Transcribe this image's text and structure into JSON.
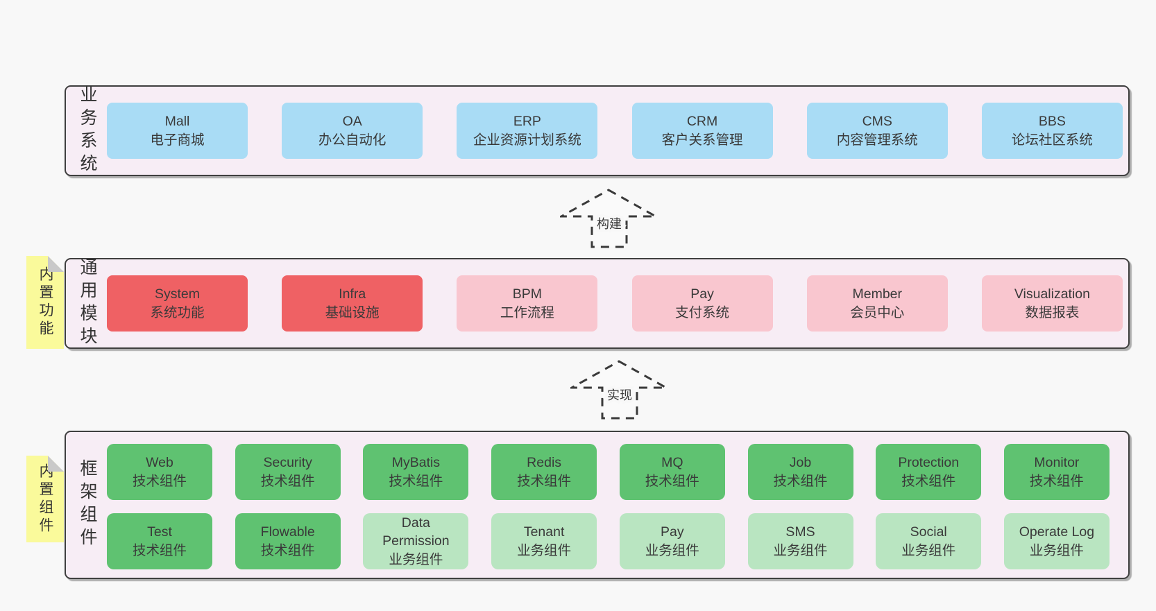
{
  "background": "#f8f8f8",
  "palette": {
    "container_fill": "#f7edf5",
    "container_border": "#3f3f3f",
    "business_box": "#a9dcf5",
    "core_module_box": "#ef6164",
    "optional_module_box": "#f9c6cf",
    "tech_component_box": "#5fc271",
    "biz_component_box": "#b9e5c1",
    "sticky_note": "#fafa9b",
    "text": "#3a3a3a"
  },
  "layers": {
    "business": {
      "label": "业务系统",
      "items": [
        {
          "en": "Mall",
          "zh": "电子商城"
        },
        {
          "en": "OA",
          "zh": "办公自动化"
        },
        {
          "en": "ERP",
          "zh": "企业资源计划系统"
        },
        {
          "en": "CRM",
          "zh": "客户关系管理"
        },
        {
          "en": "CMS",
          "zh": "内容管理系统"
        },
        {
          "en": "BBS",
          "zh": "论坛社区系统"
        }
      ]
    },
    "modules": {
      "label": "通用模块",
      "sticky": "内置功能",
      "items": [
        {
          "en": "System",
          "zh": "系统功能",
          "emphasis": true
        },
        {
          "en": "Infra",
          "zh": "基础设施",
          "emphasis": true
        },
        {
          "en": "BPM",
          "zh": "工作流程",
          "emphasis": false
        },
        {
          "en": "Pay",
          "zh": "支付系统",
          "emphasis": false
        },
        {
          "en": "Member",
          "zh": "会员中心",
          "emphasis": false
        },
        {
          "en": "Visualization",
          "zh": "数据报表",
          "emphasis": false
        }
      ]
    },
    "components": {
      "label": "框架组件",
      "sticky": "内置组件",
      "row1": [
        {
          "en": "Web",
          "zh": "技术组件"
        },
        {
          "en": "Security",
          "zh": "技术组件"
        },
        {
          "en": "MyBatis",
          "zh": "技术组件"
        },
        {
          "en": "Redis",
          "zh": "技术组件"
        },
        {
          "en": "MQ",
          "zh": "技术组件"
        },
        {
          "en": "Job",
          "zh": "技术组件"
        },
        {
          "en": "Protection",
          "zh": "技术组件"
        },
        {
          "en": "Monitor",
          "zh": "技术组件"
        }
      ],
      "row2": [
        {
          "en": "Test",
          "zh": "技术组件"
        },
        {
          "en": "Flowable",
          "zh": "技术组件"
        },
        {
          "en": "Data Permission",
          "zh": "业务组件"
        },
        {
          "en": "Tenant",
          "zh": "业务组件"
        },
        {
          "en": "Pay",
          "zh": "业务组件"
        },
        {
          "en": "SMS",
          "zh": "业务组件"
        },
        {
          "en": "Social",
          "zh": "业务组件"
        },
        {
          "en": "Operate Log",
          "zh": "业务组件"
        }
      ]
    }
  },
  "arrows": {
    "build": "构建",
    "implement": "实现"
  }
}
